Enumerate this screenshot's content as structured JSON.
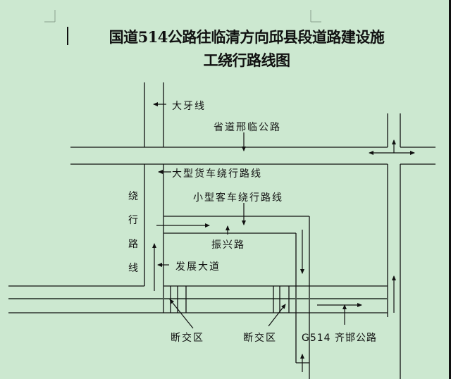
{
  "document": {
    "title_line1": "国道514公路往临清方向邱县段道路建设施",
    "title_line2": "工绕行路线图"
  },
  "labels": {
    "daya_line": "大牙线",
    "provincial_road": "省道邢临公路",
    "truck_detour": "大型货车绕行路线",
    "car_detour": "小型客车绕行路线",
    "detour_vertical": [
      "绕",
      "行",
      "路",
      "线"
    ],
    "zhenxing_road": "振兴路",
    "fazhan_avenue": "发展大道",
    "closure_zone_1": "断交区",
    "closure_zone_2": "断交区",
    "g514_road": "G514 齐邯公路"
  },
  "colors": {
    "background": "#cce8d0",
    "line": "#111111"
  }
}
